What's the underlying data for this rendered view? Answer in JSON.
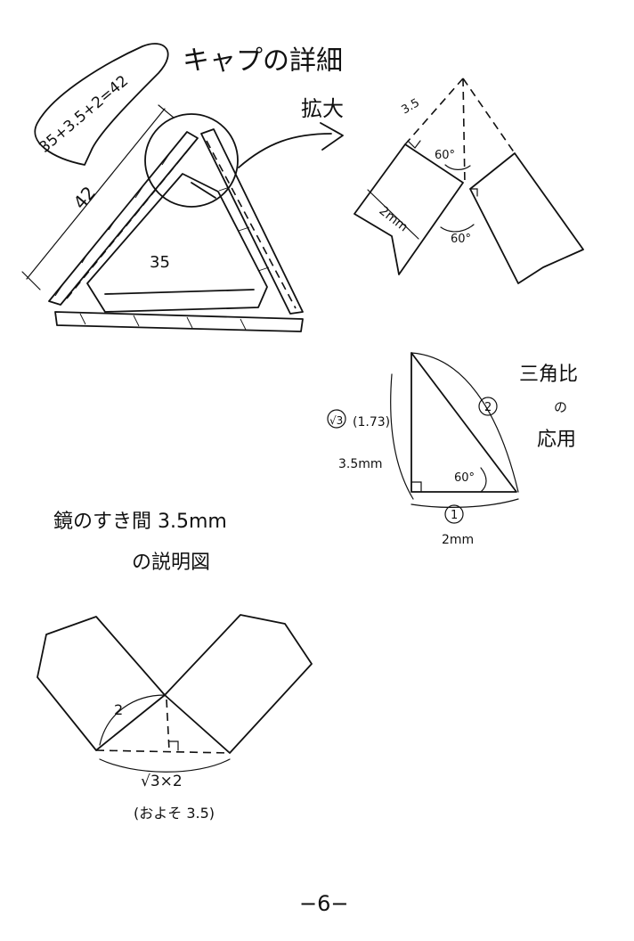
{
  "cap_section": {
    "title": "キャプの詳細",
    "sum_formula": "35+3.5+2=42",
    "outer_length": "42",
    "inner_length": "35",
    "zoom_label": "拡大"
  },
  "zoom_detail": {
    "gap": "3.5",
    "angle_top": "60°",
    "thickness": "2mm",
    "angle_bottom": "60°"
  },
  "ratio_section": {
    "title_line1": "三角比",
    "title_line2": "の",
    "title_line3": "応用",
    "side_sqrt3": "√3",
    "side_sqrt3_approx": "(1.73)",
    "side_sqrt3_value": "3.5mm",
    "side_2": "2",
    "side_1": "1",
    "side_1_value": "2mm",
    "angle": "60°"
  },
  "gap_section": {
    "title_line1": "鏡のすき間 3.5mm",
    "title_line2": "の説明図",
    "edge_label": "2",
    "formula": "√3×2",
    "approx": "(およそ 3.5)"
  },
  "page_number": "−6−"
}
